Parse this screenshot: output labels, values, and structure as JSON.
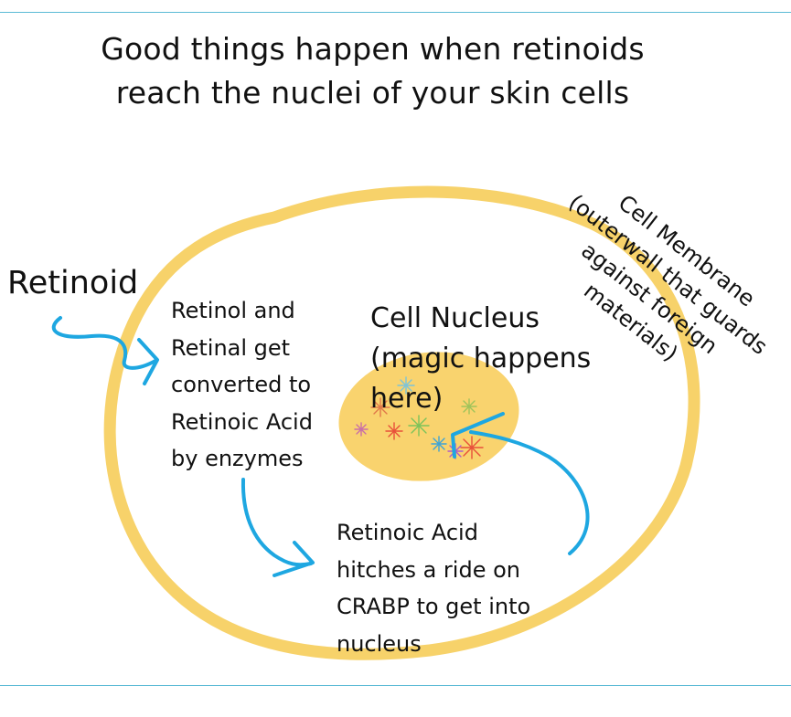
{
  "title": {
    "line1": "Good things happen when retinoids",
    "line2": "reach the nuclei of your skin cells"
  },
  "labels": {
    "retinoid": "Retinoid",
    "nucleus": [
      "Cell Nucleus",
      "(magic happens",
      "here)"
    ],
    "enzyme_note": [
      "Retinol and",
      "Retinal get",
      "converted to",
      "Retinoic Acid",
      "by enzymes"
    ],
    "crabp_note": [
      "Retinoic Acid",
      "hitches a ride on",
      "CRABP to get into",
      "nucleus"
    ],
    "membrane": [
      "Cell Membrane",
      "(outerwall that guards",
      "against foreign",
      "materials)"
    ]
  },
  "colors": {
    "membrane": "#f7d26a",
    "nucleus": "#f9d36e",
    "arrow": "#1ea7e1",
    "rule": "#5bbad5",
    "text": "#111111"
  },
  "icons": [
    "fireworks-icon"
  ]
}
